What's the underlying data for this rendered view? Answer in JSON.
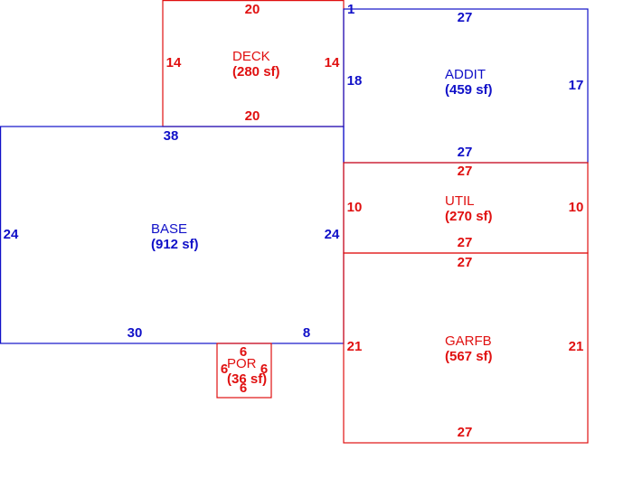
{
  "colors": {
    "base_line": "#1010c8",
    "addition_line": "#e01010"
  },
  "areas": {
    "deck": {
      "name": "DECK",
      "area": "(280 sf)",
      "color": "#e01010",
      "dims": {
        "top": "20",
        "bottom": "20",
        "left": "14",
        "right": "14"
      }
    },
    "addit": {
      "name": "ADDIT",
      "area": "(459 sf)",
      "color": "#1010c8",
      "dims": {
        "top": "27",
        "bottom": "27",
        "left": "18",
        "right": "17",
        "corner": "1"
      }
    },
    "base": {
      "name": "BASE",
      "area": "(912 sf)",
      "color": "#1010c8",
      "dims": {
        "top": "38",
        "left": "24",
        "right": "24",
        "bottom_left": "30",
        "bottom_right": "8"
      }
    },
    "util": {
      "name": "UTIL",
      "area": "(270 sf)",
      "color": "#e01010",
      "dims": {
        "top": "27",
        "bottom": "27",
        "left": "10",
        "right": "10"
      }
    },
    "garfb": {
      "name": "GARFB",
      "area": "(567 sf)",
      "color": "#e01010",
      "dims": {
        "top": "27",
        "bottom": "27",
        "left": "21",
        "right": "21"
      }
    },
    "por": {
      "name": "POR",
      "area": "(36 sf)",
      "color": "#e01010",
      "dims": {
        "top": "6",
        "bottom": "6",
        "left": "6",
        "right": "6"
      }
    }
  }
}
